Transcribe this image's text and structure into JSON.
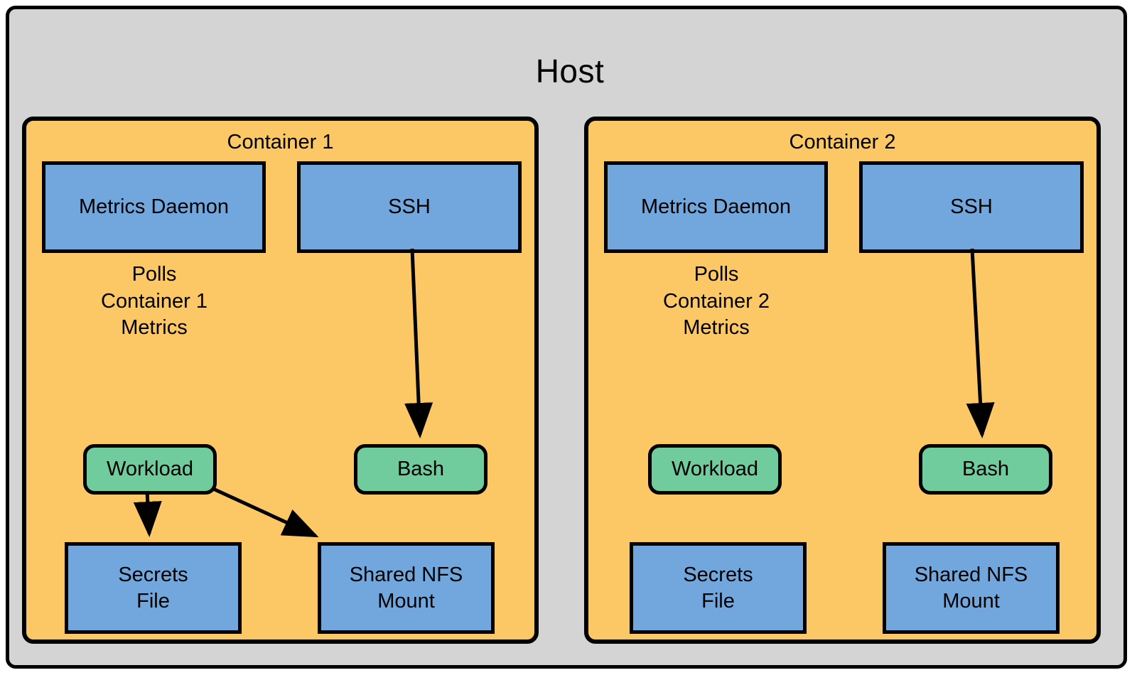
{
  "diagram": {
    "title": "Host",
    "colors": {
      "host_bg": "#d4d4d4",
      "container_bg": "#fcc765",
      "process_bg": "#72a7dd",
      "runtime_bg": "#70cb9d",
      "stroke": "#000000"
    },
    "containers": [
      {
        "id": "container-1",
        "title": "Container 1",
        "nodes": {
          "metrics_daemon": "Metrics Daemon",
          "ssh": "SSH",
          "workload": "Workload",
          "bash": "Bash",
          "secrets_file": "Secrets\nFile",
          "shared_nfs_mount": "Shared NFS\nMount"
        },
        "caption": "Polls\nContainer 1\nMetrics",
        "edges": [
          {
            "from": "ssh",
            "to": "bash",
            "label": ""
          },
          {
            "from": "workload",
            "to": "secrets_file",
            "label": ""
          },
          {
            "from": "workload",
            "to": "shared_nfs_mount",
            "label": ""
          }
        ]
      },
      {
        "id": "container-2",
        "title": "Container 2",
        "nodes": {
          "metrics_daemon": "Metrics Daemon",
          "ssh": "SSH",
          "workload": "Workload",
          "bash": "Bash",
          "secrets_file": "Secrets\nFile",
          "shared_nfs_mount": "Shared NFS\nMount"
        },
        "caption": "Polls\nContainer 2\nMetrics",
        "edges": [
          {
            "from": "ssh",
            "to": "bash",
            "label": ""
          }
        ]
      }
    ]
  }
}
